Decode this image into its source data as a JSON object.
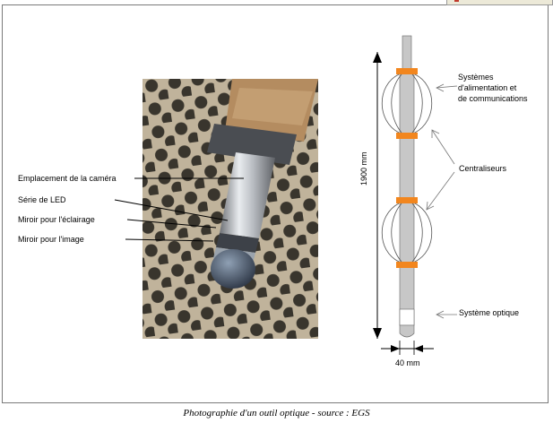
{
  "caption": "Photographie d'un outil optique - source : EGS",
  "photo_labels": {
    "camera": "Emplacement de la caméra",
    "led": "Série de LED",
    "mirror_light": "Miroir pour l'éclairage",
    "mirror_image": "Miroir pour l'image"
  },
  "diagram_labels": {
    "power_comm_1": "Systèmes",
    "power_comm_2": "d'alimentation et",
    "power_comm_3": "de communications",
    "centralizers": "Centraliseurs",
    "optical": "Système optique",
    "height": "1900 mm",
    "width": "40 mm"
  },
  "colors": {
    "tool_body": "#c7c7c7",
    "band": "#f2861e",
    "arrow": "#000000"
  },
  "icons": {
    "corner_tab": "window-control-tab",
    "corner_mark": "red-close-mark"
  }
}
